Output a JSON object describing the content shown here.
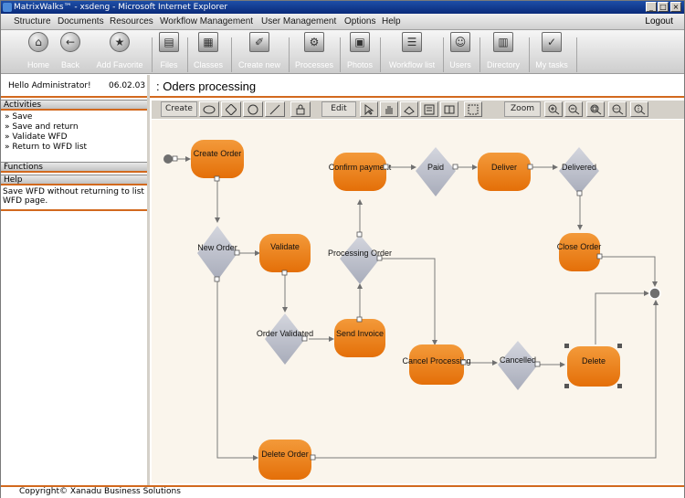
{
  "window": {
    "title": "MatrixWalks™ - xsdeng - Microsoft Internet Explorer",
    "min": "_",
    "max": "□",
    "close": "×"
  },
  "menu": {
    "items": [
      "Structure",
      "Documents",
      "Resources",
      "Workflow Management",
      "User Management",
      "Options",
      "Help"
    ],
    "logout": "Logout"
  },
  "toolbar": {
    "items": [
      {
        "label": "Home",
        "icon": "⌂"
      },
      {
        "label": "Back",
        "icon": "←"
      },
      {
        "label": "Add Favorite",
        "icon": "★"
      },
      {
        "label": "Files",
        "icon": "▤"
      },
      {
        "label": "Classes",
        "icon": "▦"
      },
      {
        "label": "Create new",
        "icon": "✐"
      },
      {
        "label": "Processes",
        "icon": "⚙"
      },
      {
        "label": "Photos",
        "icon": "▣"
      },
      {
        "label": "Workflow list",
        "icon": "☰"
      },
      {
        "label": "Users",
        "icon": "☺"
      },
      {
        "label": "Directory",
        "icon": "▥"
      },
      {
        "label": "My tasks",
        "icon": "✓"
      }
    ]
  },
  "header": {
    "greeting": "Hello Administrator!",
    "date": "06.02.03",
    "page_title": ": Oders processing"
  },
  "sidebar": {
    "activities_title": "Activities",
    "activities": [
      "» Save",
      "» Save and return",
      "» Validate WFD",
      "» Return to WFD list"
    ],
    "functions_title": "Functions",
    "help_title": "Help",
    "help_text": "Save WFD without returning to list WFD page."
  },
  "editor_toolbar": {
    "create": "Create",
    "edit": "Edit",
    "zoom": "Zoom"
  },
  "diagram": {
    "nodes": {
      "create_order": "Create Order",
      "new_order": "New Order",
      "validate": "Validate",
      "order_validated": "Order Validated",
      "send_invoice": "Send Invoice",
      "processing_order": "Processing Order",
      "confirm_payment": "Confirm payment",
      "paid": "Paid",
      "deliver": "Deliver",
      "delivered": "Delivered",
      "close_order": "Close Order",
      "cancel_processing": "Cancel Processing",
      "cancelled": "Cancelled",
      "delete": "Delete",
      "delete_order": "Delete Order"
    }
  },
  "footer": {
    "copyright": "Copyright© Xanadu Business Solutions"
  }
}
